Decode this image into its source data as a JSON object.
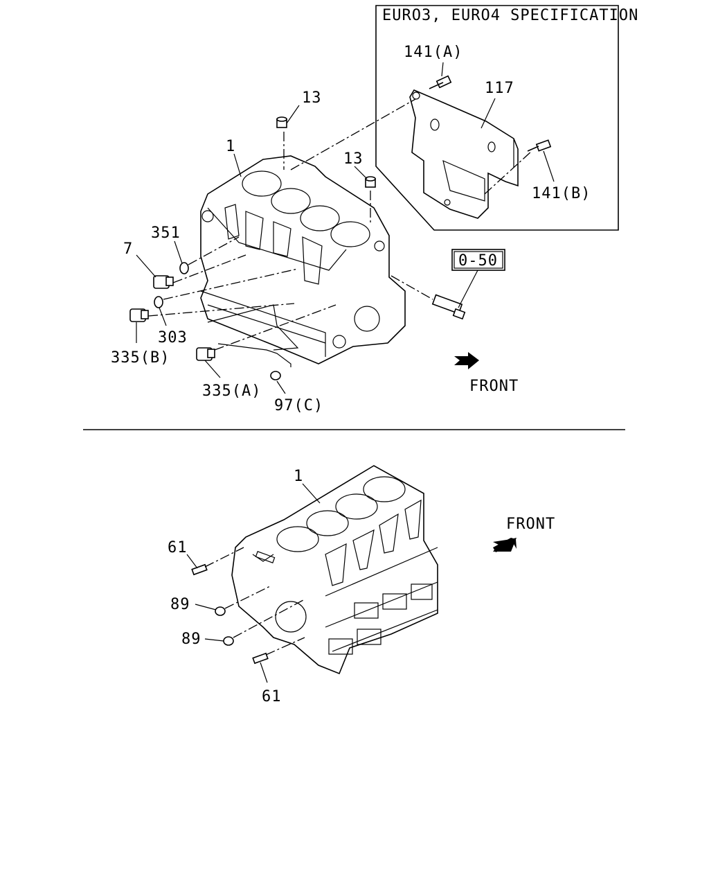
{
  "spec_box": {
    "title": "EURO3, EURO4 SPECIFICATION"
  },
  "upper": {
    "labels": {
      "bolt_a": "141(A)",
      "cover_plate": "117",
      "bolt_b": "141(B)",
      "dowel_1": "13",
      "dowel_2": "13",
      "block": "1",
      "gasket_351": "351",
      "plug_7": "7",
      "washer_303": "303",
      "plug_335b": "335(B)",
      "plug_335a": "335(A)",
      "plug_97c": "97(C)",
      "ref": "0-50"
    },
    "front_label": "FRONT"
  },
  "lower": {
    "labels": {
      "block": "1",
      "stud_top": "61",
      "plug_1": "89",
      "plug_2": "89",
      "stud_bottom": "61"
    },
    "front_label": "FRONT"
  }
}
